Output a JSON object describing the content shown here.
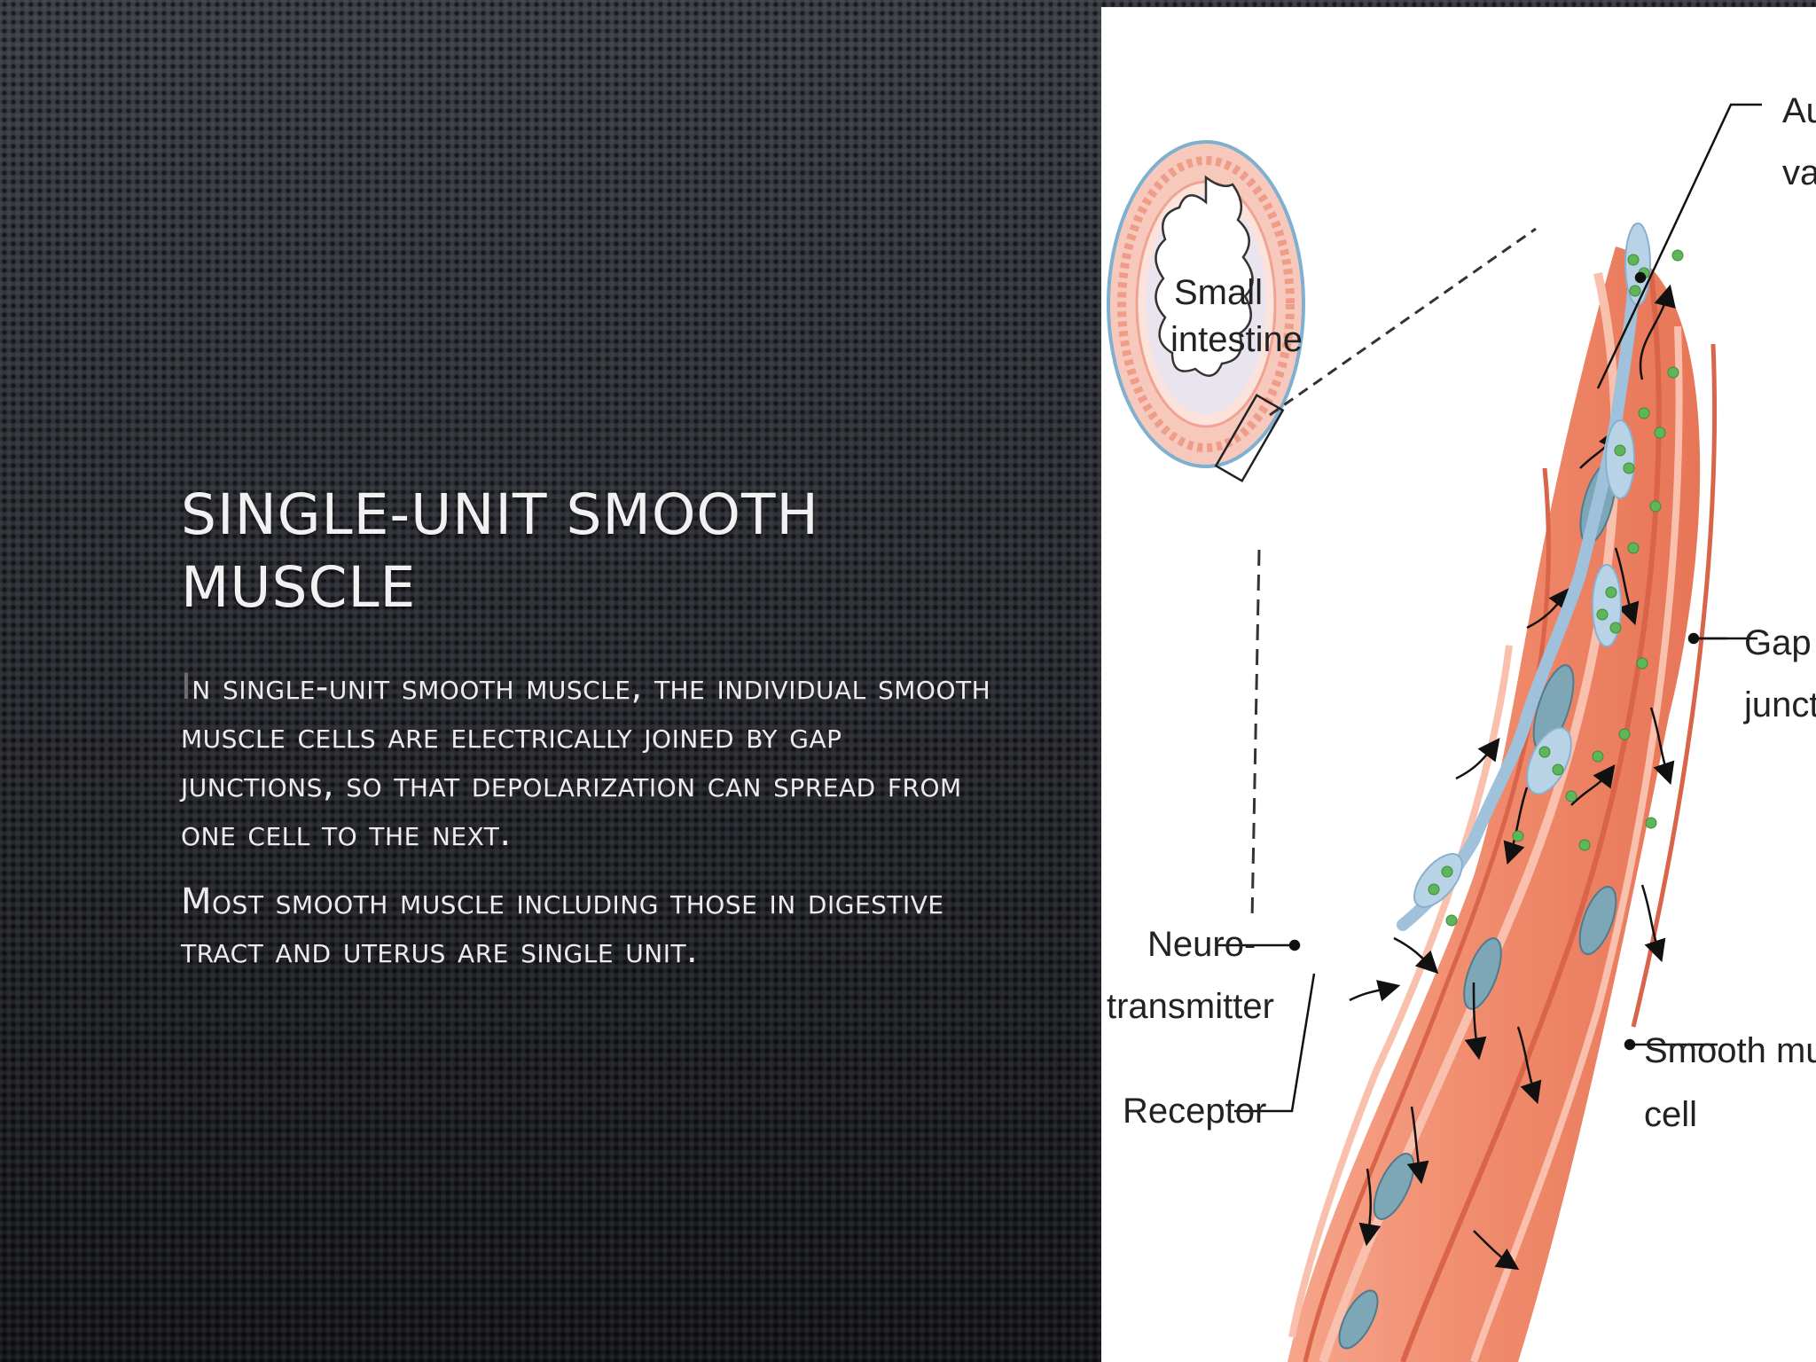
{
  "slide": {
    "title": "Single-unit smooth muscle",
    "paragraphs": [
      {
        "first": "I",
        "rest": "n single-unit smooth muscle, the individual smooth muscle cells are electrically joined by gap junctions, so that depolarization can spread from one cell to the next."
      },
      {
        "first": "M",
        "rest": "ost smooth muscle including those in digestive tract and uterus are single unit."
      }
    ]
  },
  "figure": {
    "labels": {
      "small_intestine_1": "Small",
      "small_intestine_2": "intestine",
      "autonomic_1": "Autonomic neuron",
      "autonomic_2": "varicosity",
      "gap_1": "Gap",
      "gap_2": "junction",
      "neuro_1": "Neuro-",
      "neuro_2": "transmitter",
      "receptor": "Receptor",
      "smooth_1": "Smooth muscle",
      "smooth_2": "cell"
    },
    "colors": {
      "muscle": "#f08a6c",
      "muscle_dark": "#e06a4c",
      "neuron": "#b9d3e6",
      "vesicle": "#5fb55a",
      "nucleus": "#7da6b6"
    }
  }
}
